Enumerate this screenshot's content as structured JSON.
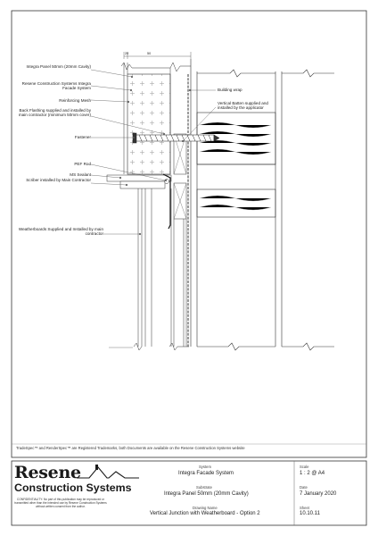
{
  "labels": {
    "integra_panel": "Integra Panel 50mm (20mm Cavity)",
    "resene_system": "Resene Construction Systems Integra Facade System",
    "reinforcing_mesh": "Reinforcing Mesh",
    "back_flashing": "Back Flashing supplied and installed by main contractor (minimum 50mm cover)",
    "fastener": "Fastener",
    "pef_rod": "PEF Rod",
    "ms_sealant": "MS Sealant",
    "scriber": "Scriber installed by Main Contractor",
    "weatherboards": "Weatherboards Supplied and Installed by main contractor",
    "building_wrap": "Building wrap",
    "vertical_batten": "Vertical Batten supplied and installed by the applicator"
  },
  "dimensions": {
    "d1": "20",
    "d2": "50"
  },
  "trademark_note": "TradeSpec™ and RenderSpec™ are Registered Trademarks, both Documents are available on the Resene Construction Systems website",
  "logo": {
    "word": "Resene",
    "subtitle": "Construction Systems",
    "confidentiality": "CONFIDENTIALITY: No part of this publication may be reproduced or transmitted other than the intended use by Resene Construction Systems without written consent from the author."
  },
  "title_block": {
    "system_label": "System",
    "system_value": "Integra Facade System",
    "substrate_label": "Substrate",
    "substrate_value": "Integra Panel 50mm (20mm Cavity)",
    "drawing_name_label": "Drawing Name",
    "drawing_name_value": "Vertical Junction with Weatherboard - Option 2",
    "scale_label": "Scale",
    "scale_value": "1 : 2 @ A4",
    "date_label": "Date",
    "date_value": "7 January 2020",
    "sheet_label": "Sheet",
    "sheet_value": "10.10.11"
  }
}
